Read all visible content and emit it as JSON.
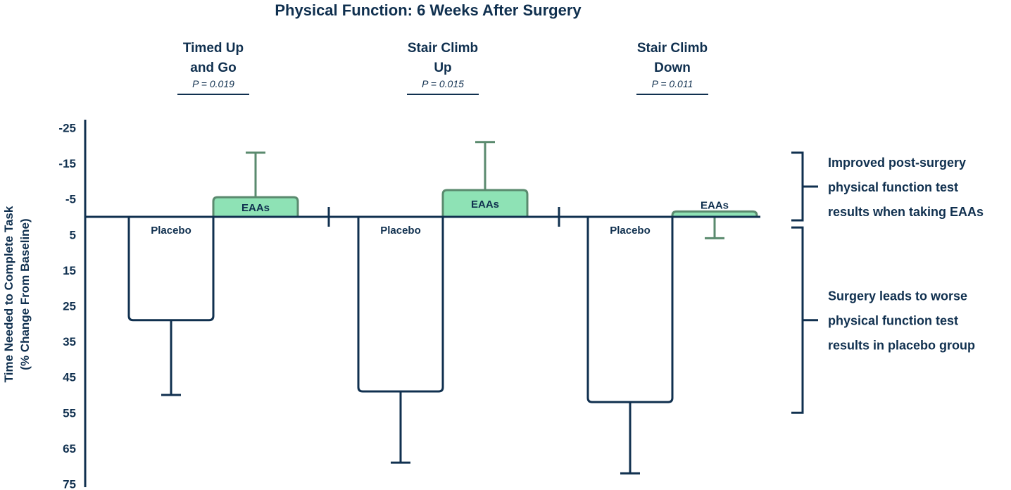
{
  "chart_data": {
    "type": "bar",
    "title": "Physical Function: 6 Weeks After Surgery",
    "ylabel_lines": [
      "Time Needed to Complete Task",
      "(% Change From Baseline)"
    ],
    "ylim": [
      -25,
      75
    ],
    "y_inverted": true,
    "yticks": [
      -25,
      -15,
      -5,
      5,
      15,
      25,
      35,
      45,
      55,
      65,
      75
    ],
    "ytick_labels": [
      "-25",
      "-15",
      "-5",
      "5",
      "15",
      "25",
      "35",
      "45",
      "55",
      "65",
      "75"
    ],
    "categories": [
      {
        "label_lines": [
          "Timed Up",
          "and Go"
        ],
        "p_value": "P = 0.019"
      },
      {
        "label_lines": [
          "Stair Climb",
          "Up"
        ],
        "p_value": "P = 0.015"
      },
      {
        "label_lines": [
          "Stair Climb",
          "Down"
        ],
        "p_value": "P = 0.011"
      }
    ],
    "series": [
      {
        "name": "Placebo",
        "values": [
          29,
          49,
          52
        ],
        "error_upper": [
          50,
          69,
          72
        ],
        "color": "#ffffff",
        "stroke": "#10304f",
        "error_color": "#10304f"
      },
      {
        "name": "EAAs",
        "values": [
          -5.5,
          -7.5,
          -1.5
        ],
        "error_upper": [
          -18,
          -21,
          6
        ],
        "color": "#8ee2b5",
        "stroke": "#5a8a6e",
        "error_color": "#5a8a6e"
      }
    ],
    "annotations": [
      {
        "lines": [
          "Improved post-surgery",
          "physical function test",
          "results when taking EAAs"
        ],
        "range": [
          -18,
          1
        ]
      },
      {
        "lines": [
          "Surgery leads to worse",
          "physical function test",
          "results in placebo group"
        ],
        "range": [
          3,
          55
        ]
      }
    ]
  }
}
